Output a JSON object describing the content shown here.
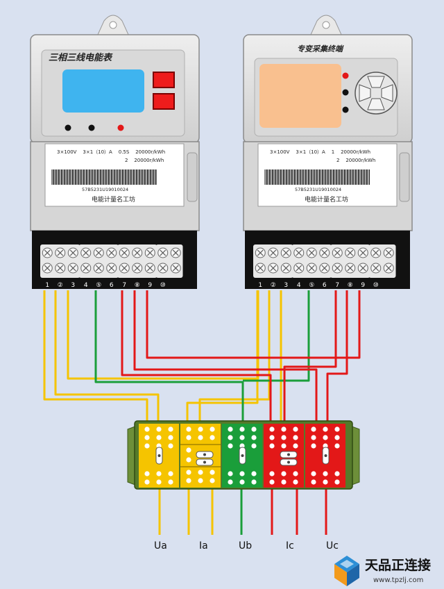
{
  "meter_left": {
    "title": "三相三线电能表",
    "spec_line1": "3×100V    3×1（10）A    0.5S    20000r/kWh",
    "spec_line2": "2    20000r/kWh",
    "serial": "57B5231U19010024",
    "maker": "电能计量名工坊",
    "terminal_labels": [
      "1",
      "②",
      "3",
      "4",
      "⑤",
      "6",
      "7",
      "⑧",
      "9",
      "⑩"
    ]
  },
  "meter_right": {
    "title": "专变采集终端",
    "spec_line1": "3×100V    3×1（10）A    1    20000r/kWh",
    "spec_line2": "2    20000r/kWh",
    "serial": "57B5231U19010024",
    "maker": "电能计量名工坊",
    "terminal_labels": [
      "1",
      "②",
      "3",
      "4",
      "⑤",
      "6",
      "7",
      "⑧",
      "9",
      "⑩"
    ]
  },
  "outputs": [
    "Ua",
    "Ia",
    "Ub",
    "Ic",
    "Uc"
  ],
  "brand": {
    "name": "天品正连接",
    "url": "www.tpzlj.com"
  },
  "colors": {
    "phase_a": "#f5c400",
    "phase_b": "#1a9e3a",
    "phase_c": "#e31818",
    "lcd_blue": "#3fb4ef",
    "lcd_orange": "#f9c08f"
  }
}
